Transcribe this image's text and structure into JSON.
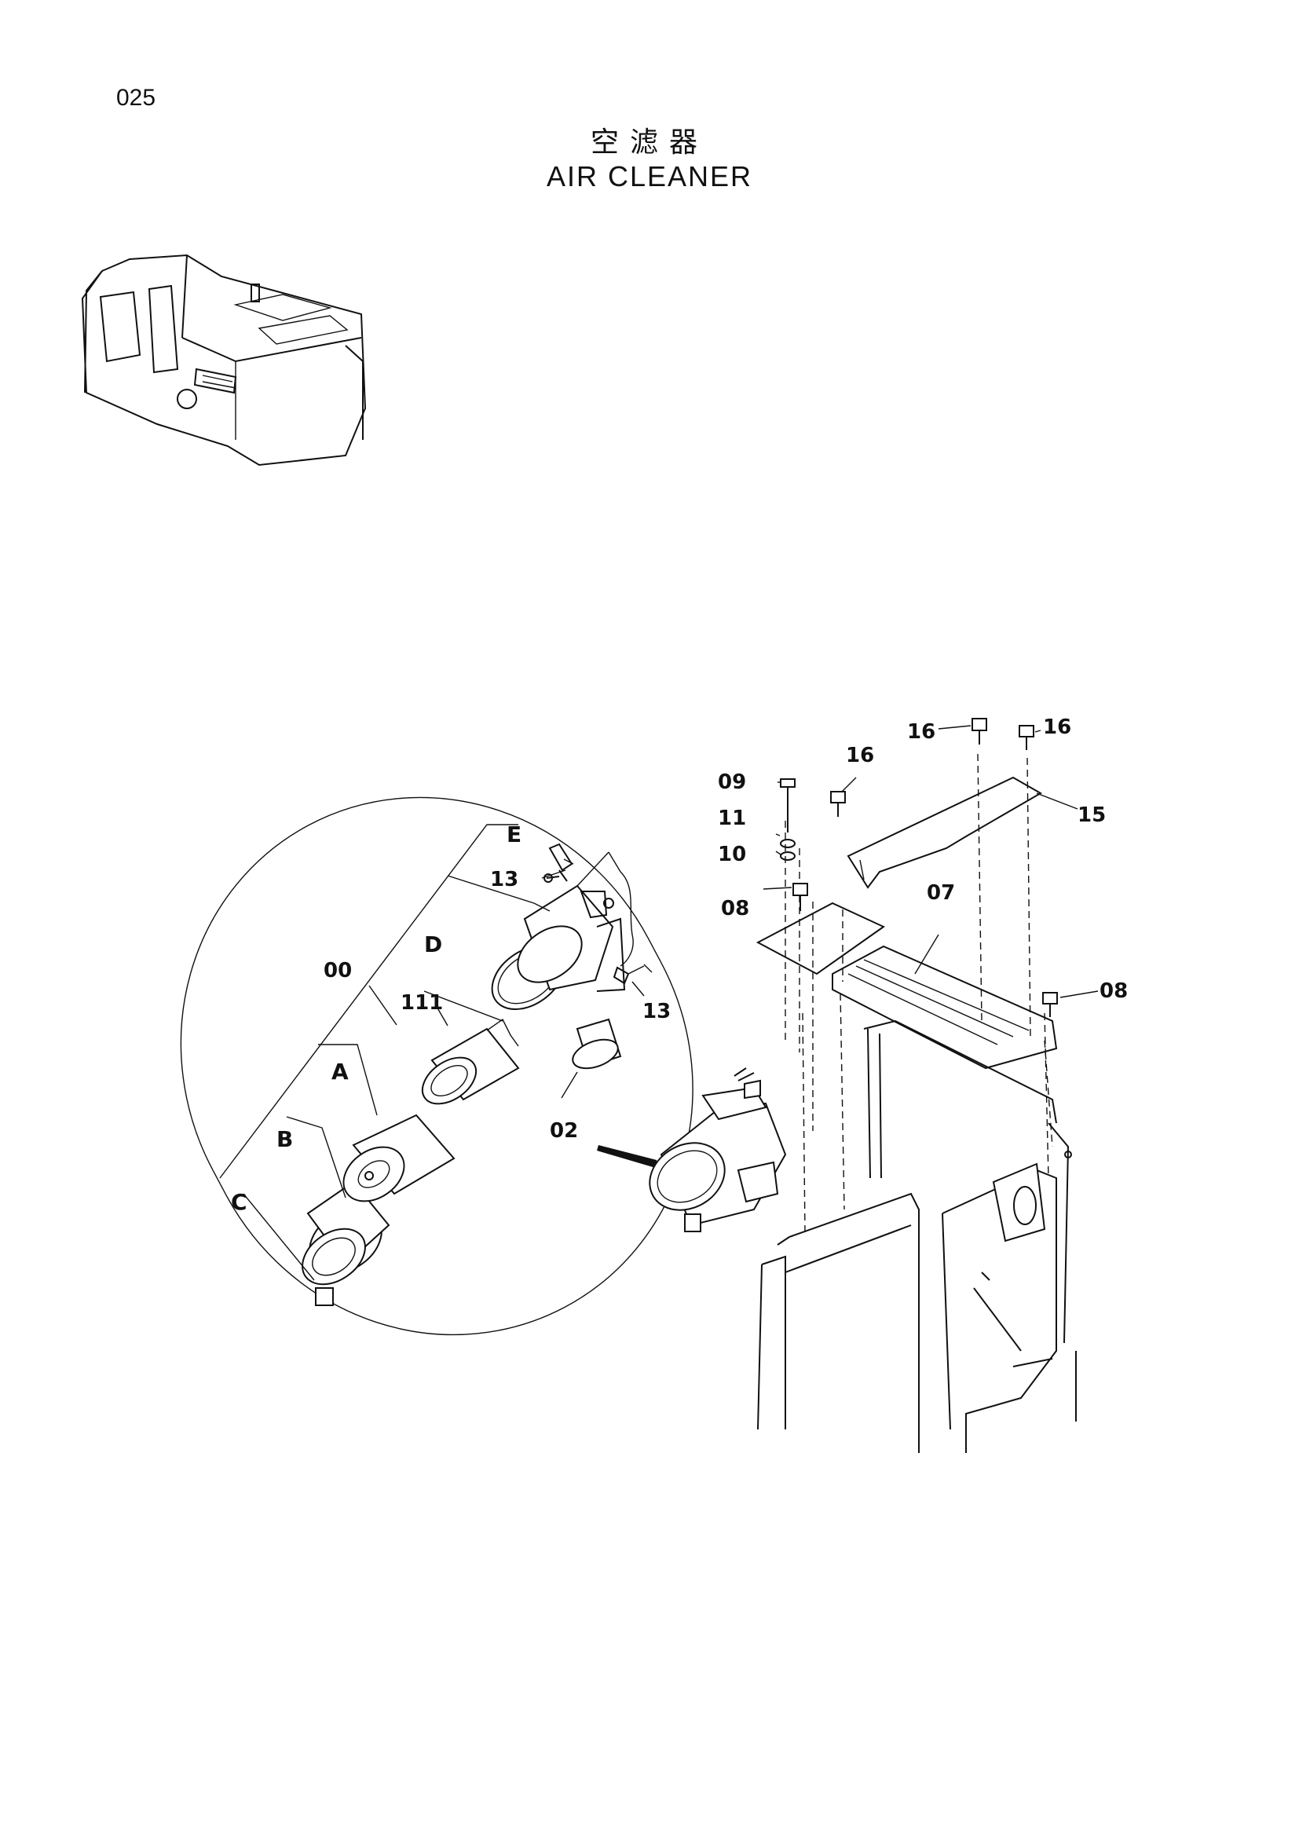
{
  "page": {
    "number": "025",
    "title_cn": "空滤器",
    "title_en": "AIR  CLEANER"
  },
  "callouts": {
    "c00": "00",
    "c02": "02",
    "c07": "07",
    "c08a": "08",
    "c08b": "08",
    "c09": "09",
    "c10": "10",
    "c11": "11",
    "c13a": "13",
    "c13b": "13",
    "c15": "15",
    "c16a": "16",
    "c16b": "16",
    "c16c": "16",
    "c111": "111",
    "cA": "A",
    "cB": "B",
    "cC": "C",
    "cD": "D",
    "cE": "E"
  },
  "icons": {
    "machine": "excavator-locator-icon",
    "assembly": "air-cleaner-assembly-icon"
  }
}
